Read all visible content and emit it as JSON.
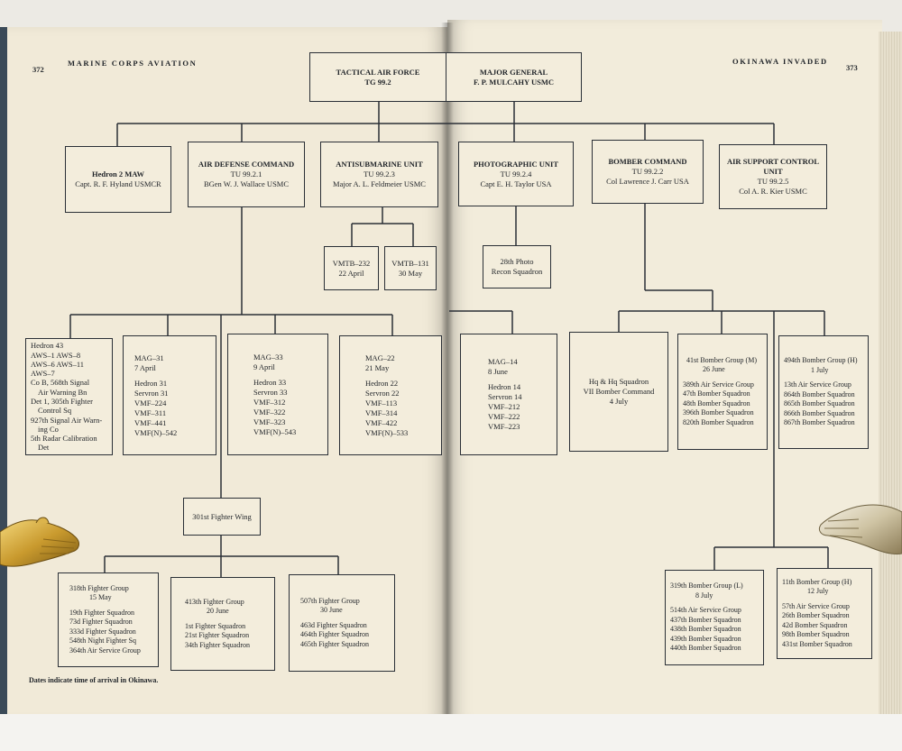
{
  "header": {
    "left_page_number": "372",
    "left_title": "MARINE CORPS AVIATION",
    "right_title": "OKINAWA INVADED",
    "right_page_number": "373"
  },
  "top": {
    "left_lines": [
      "TACTICAL AIR FORCE",
      "TG 99.2"
    ],
    "right_lines": [
      "MAJOR GENERAL",
      "F. P. MULCAHY USMC"
    ]
  },
  "level1": [
    {
      "id": "hedron",
      "lines": [
        "Hedron 2 MAW",
        "Capt. R. F. Hyland USMCR"
      ]
    },
    {
      "id": "air-defense",
      "lines": [
        "AIR DEFENSE COMMAND",
        "TU 99.2.1",
        "BGen W. J. Wallace USMC"
      ]
    },
    {
      "id": "antisub",
      "lines": [
        "ANTISUBMARINE UNIT",
        "TU 99.2.3",
        "Major A. L. Feldmeier USMC"
      ]
    },
    {
      "id": "photo",
      "lines": [
        "PHOTOGRAPHIC UNIT",
        "TU 99.2.4",
        "Capt E. H. Taylor USA"
      ]
    },
    {
      "id": "bomber",
      "lines": [
        "BOMBER COMMAND",
        "TU 99.2.2",
        "Col Lawrence J. Carr USA"
      ]
    },
    {
      "id": "air-support",
      "lines": [
        "AIR SUPPORT CONTROL",
        "UNIT",
        "TU 99.2.5",
        "Col A. R. Kier USMC"
      ]
    }
  ],
  "level2_small": [
    {
      "id": "vmtb-232",
      "lines": [
        "VMTB–232",
        "22 April"
      ]
    },
    {
      "id": "vmtb-131",
      "lines": [
        "VMTB–131",
        "30 May"
      ]
    },
    {
      "id": "photo-recon",
      "lines": [
        "28th Photo",
        "Recon Squadron"
      ]
    }
  ],
  "level3": [
    {
      "id": "hedron43",
      "lines": [
        "Hedron 43",
        "AWS–1 AWS–8",
        "AWS–6 AWS–11",
        "AWS–7",
        "Co B, 568th Signal",
        "  Air Warning Bn",
        "Det 1, 305th Fighter",
        "  Control Sq",
        "927th Signal Air Warn-",
        "  ing Co",
        "5th Radar Calibration",
        "  Det"
      ]
    },
    {
      "id": "mag31",
      "lines": [
        "MAG–31",
        "7 April",
        "",
        "Hedron 31",
        "Servron 31",
        "VMF–224",
        "VMF–311",
        "VMF–441",
        "VMF(N)–542"
      ]
    },
    {
      "id": "mag33",
      "lines": [
        "MAG–33",
        "9 April",
        "",
        "Hedron 33",
        "Servron 33",
        "VMF–312",
        "VMF–322",
        "VMF–323",
        "VMF(N)–543"
      ]
    },
    {
      "id": "mag22",
      "lines": [
        "MAG–22",
        "21 May",
        "",
        "Hedron 22",
        "Servron 22",
        "VMF–113",
        "VMF–314",
        "VMF–422",
        "VMF(N)–533"
      ]
    },
    {
      "id": "mag14",
      "lines": [
        "MAG–14",
        "8 June",
        "",
        "Hedron 14",
        "Servron 14",
        "VMF–212",
        "VMF–222",
        "VMF–223"
      ]
    },
    {
      "id": "hq-squadron",
      "lines": [
        "Hq & Hq Squadron",
        "VII Bomber Command",
        "4 July"
      ]
    },
    {
      "id": "bg41",
      "lines": [
        "41st Bomber Group (M)",
        "26 June",
        "",
        "389th Air Service Group",
        "47th Bomber Squadron",
        "48th Bomber Squadron",
        "396th Bomber Squadron",
        "820th Bomber Squadron"
      ]
    },
    {
      "id": "bg494",
      "lines": [
        "494th Bomber Group (H)",
        "1 July",
        "",
        "13th Air Service Group",
        "864th Bomber Squadron",
        "865th Bomber Squadron",
        "866th Bomber Squadron",
        "867th Bomber Squadron"
      ]
    }
  ],
  "wing": {
    "lines": [
      "301st Fighter Wing"
    ]
  },
  "fighter_groups": [
    {
      "id": "fg318",
      "lines": [
        "318th Fighter Group",
        "15 May",
        "",
        "19th Fighter Squadron",
        "73d Fighter Squadron",
        "333d Fighter Squadron",
        "548th Night Fighter Sq",
        "364th Air Service Group"
      ]
    },
    {
      "id": "fg413",
      "lines": [
        "413th Fighter Group",
        "20 June",
        "",
        "1st Fighter Squadron",
        "21st Fighter Squadron",
        "34th Fighter Squadron"
      ]
    },
    {
      "id": "fg507",
      "lines": [
        "507th Fighter Group",
        "30 June",
        "",
        "463d Fighter Squadron",
        "464th Fighter Squadron",
        "465th Fighter Squadron"
      ]
    }
  ],
  "bomber_groups_late": [
    {
      "id": "bg319",
      "lines": [
        "319th Bomber Group (L)",
        "8 July",
        "",
        "514th Air Service Group",
        "437th Bomber Squadron",
        "438th Bomber Squadron",
        "439th Bomber Squadron",
        "440th Bomber Squadron"
      ]
    },
    {
      "id": "bg11",
      "lines": [
        "11th Bomber Group (H)",
        "12 July",
        "",
        "57th Air Service Group",
        "26th Bomber Squadron",
        "42d Bomber Squadron",
        "98th Bomber Squadron",
        "431st Bomber Squadron"
      ]
    }
  ],
  "footnote": "Dates indicate time of arrival in Okinawa."
}
